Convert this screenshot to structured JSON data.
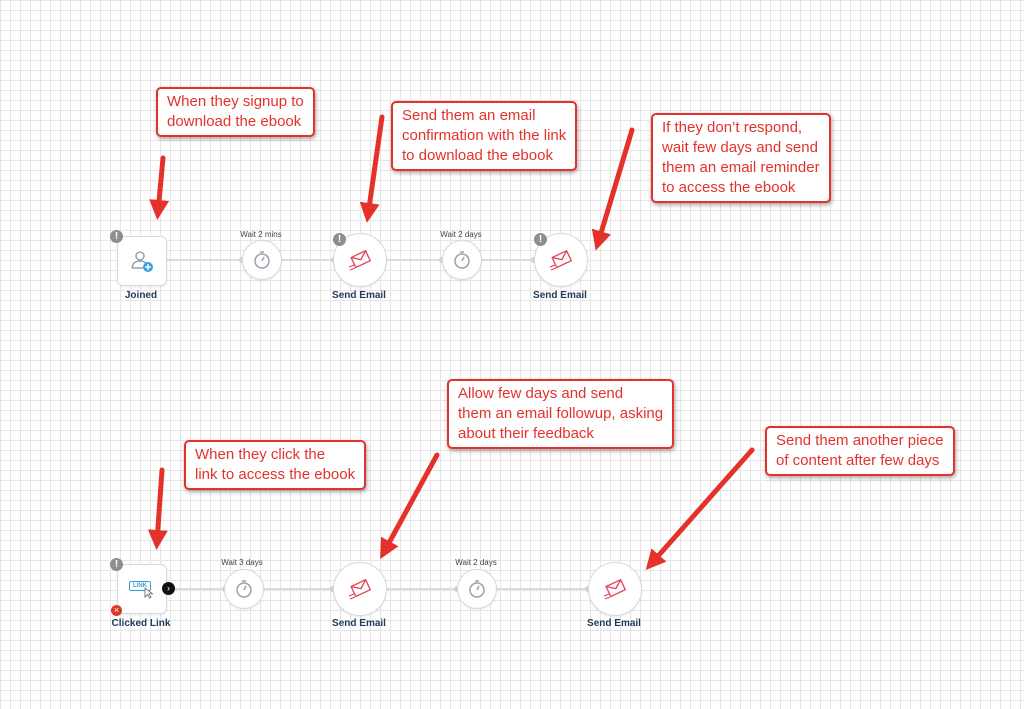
{
  "callouts": {
    "signup": [
      "When they signup to",
      "download the ebook"
    ],
    "confirm": [
      "Send them an email",
      "confirmation with the link",
      "to download the ebook"
    ],
    "reminder": [
      "If they don’t respond,",
      "wait few days and send",
      "them an email reminder",
      "to access the ebook"
    ],
    "click": [
      "When they click the",
      "link to access the ebook"
    ],
    "followup": [
      "Allow few days and send",
      "them an email followup, asking",
      "about their feedback"
    ],
    "content": [
      "Send them another piece",
      "of content after few days"
    ]
  },
  "flow1": {
    "trigger_label": "Joined",
    "wait1_label": "Wait  2 mins",
    "email1_label": "Send Email",
    "wait2_label": "Wait  2 days",
    "email2_label": "Send Email"
  },
  "flow2": {
    "trigger_label": "Clicked Link",
    "trigger_badge": "LINK",
    "wait1_label": "Wait  3 days",
    "email1_label": "Send Email",
    "wait2_label": "Wait  2 days",
    "email2_label": "Send Email"
  },
  "icons": {
    "warning": "!",
    "error": "×",
    "next": "›"
  },
  "colors": {
    "annotation": "#e4322b",
    "email_icon": "#e0435a",
    "label_text": "#1f3a5a"
  }
}
